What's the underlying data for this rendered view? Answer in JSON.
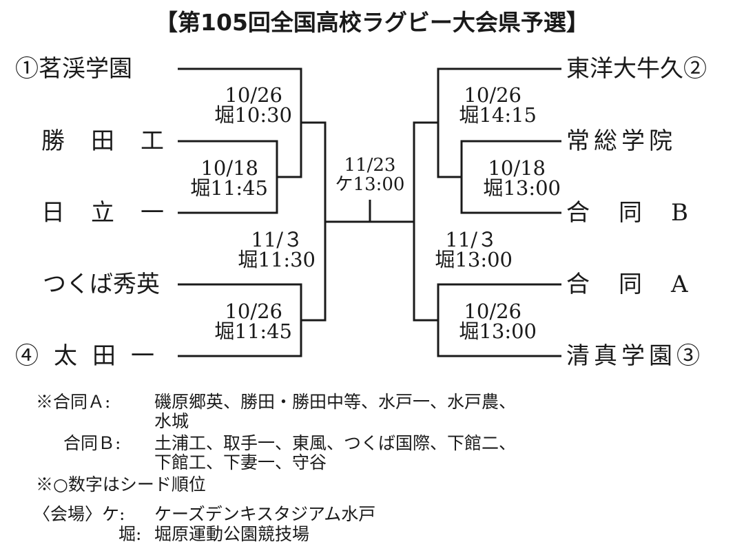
{
  "title": "【第105回全国高校ラグビー大会県予選】",
  "left_teams": [
    {
      "name": "①茗渓学園"
    },
    {
      "name": "勝田工"
    },
    {
      "name": "日立一"
    },
    {
      "name": "つくば秀英"
    },
    {
      "name": "④太田一"
    }
  ],
  "right_teams": [
    {
      "name": "東洋大牛久②"
    },
    {
      "name": "常総学院"
    },
    {
      "name": "合同B"
    },
    {
      "name": "合同A"
    },
    {
      "name": "清真学園③"
    }
  ],
  "matches": {
    "left_qf_top": {
      "date": "10/26",
      "time": "堀10:30"
    },
    "left_r1": {
      "date": "10/18",
      "time": "堀11:45"
    },
    "left_sf": {
      "date": "11/３",
      "time": "堀11:30"
    },
    "left_qf_bottom": {
      "date": "10/26",
      "time": "堀11:45"
    },
    "final": {
      "date": "11/23",
      "time": "ケ13:00"
    },
    "right_qf_top": {
      "date": "10/26",
      "time": "堀14:15"
    },
    "right_r1": {
      "date": "10/18",
      "time": "堀13:00"
    },
    "right_sf": {
      "date": "11/３",
      "time": "堀13:00"
    },
    "right_qf_bottom": {
      "date": "10/26",
      "time": "堀13:00"
    }
  },
  "notes": {
    "goudou_a_label": "※合同Ａ:",
    "goudou_a_line1": "磯原郷英、勝田・勝田中等、水戸一、水戸農、",
    "goudou_a_line2": "水城",
    "goudou_b_label": "合同Ｂ:",
    "goudou_b_line1": "土浦工、取手一、東風、つくば国際、下館二、",
    "goudou_b_line2": "下館工、下妻一、守谷",
    "seed_note": "※○数字はシード順位",
    "venue_label": "〈会場〉ケ:",
    "venue_ke": "ケーズデンキスタジアム水戸",
    "venue_hori_label": "堀:",
    "venue_hori": "堀原運動公園競技場"
  }
}
